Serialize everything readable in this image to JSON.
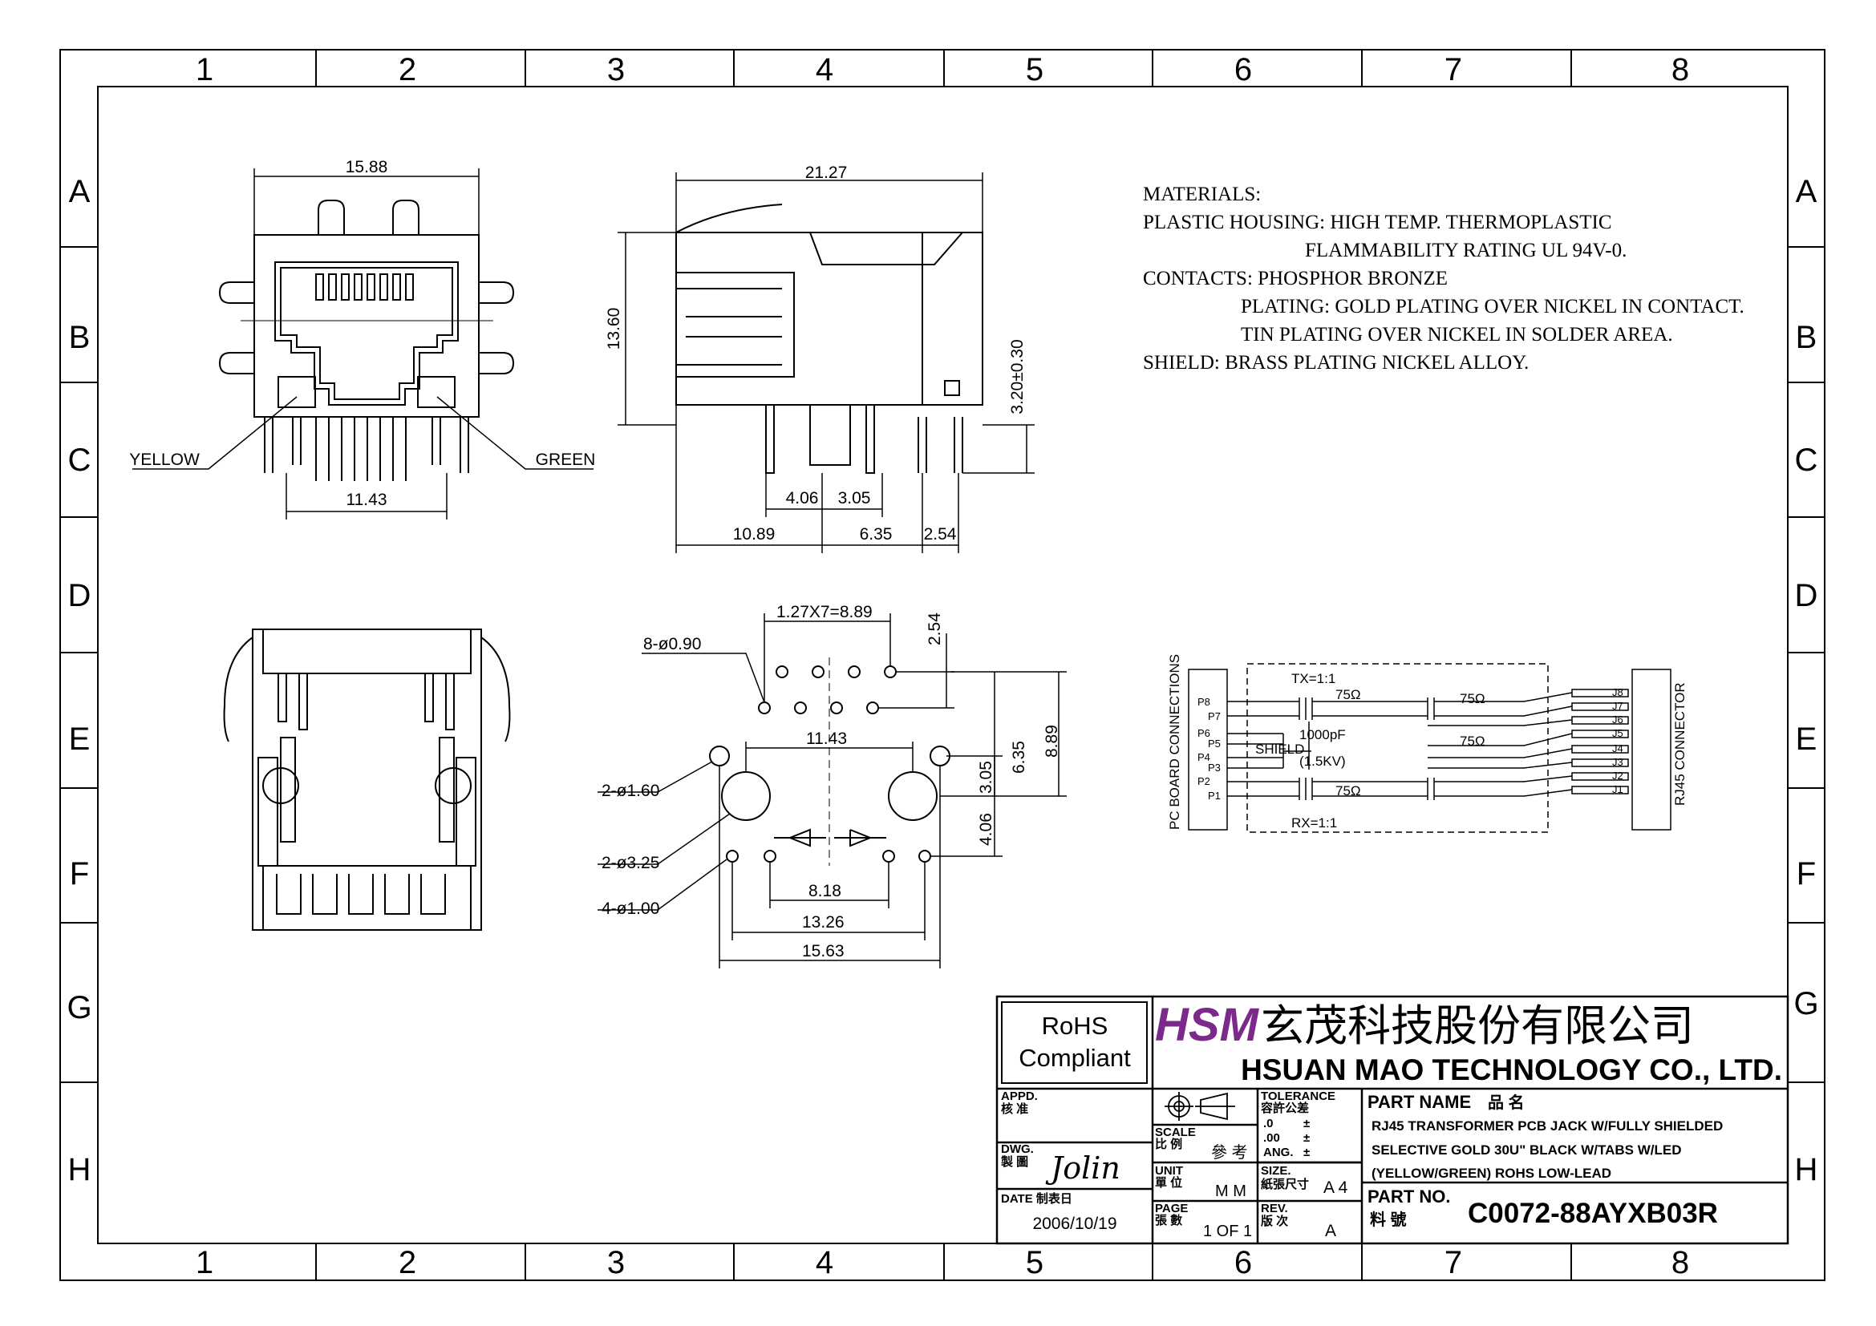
{
  "frame": {
    "columns": [
      "1",
      "2",
      "3",
      "4",
      "5",
      "6",
      "7",
      "8"
    ],
    "rows": [
      "A",
      "B",
      "C",
      "D",
      "E",
      "F",
      "G",
      "H"
    ]
  },
  "front_view": {
    "width_dim": "15.88",
    "pitch_dim": "11.43",
    "led_left": "YELLOW",
    "led_right": "GREEN"
  },
  "side_view": {
    "length_dim": "21.27",
    "height_dim": "13.60",
    "pin_len_dim": "3.20±0.30",
    "dims_bottom": [
      "4.06",
      "3.05",
      "10.89",
      "6.35",
      "2.54"
    ]
  },
  "pcb_layout": {
    "pitch_dim": "1.27X7=8.89",
    "row_dim": "2.54",
    "pin_holes": "8-ø0.90",
    "peg_holes": "2-ø1.60",
    "post_holes": "2-ø3.25",
    "led_holes": "4-ø1.00",
    "dims": [
      "11.43",
      "3.05",
      "6.35",
      "8.89",
      "4.06",
      "8.18",
      "13.26",
      "15.63"
    ]
  },
  "materials": {
    "lines": [
      "MATERIALS:",
      "PLASTIC HOUSING: HIGH TEMP. THERMOPLASTIC",
      "FLAMMABILITY RATING UL 94V-0.",
      "CONTACTS: PHOSPHOR BRONZE",
      "PLATING: GOLD PLATING OVER NICKEL IN CONTACT.",
      "TIN PLATING OVER NICKEL IN SOLDER AREA.",
      "SHIELD: BRASS PLATING NICKEL ALLOY."
    ]
  },
  "schematic": {
    "left_label": "PC BOARD CONNECTIONS",
    "right_label": "RJ45 CONNECTOR",
    "tx_label": "TX=1:1",
    "rx_label": "RX=1:1",
    "shield_label": "SHIELD",
    "cap_value": "1000pF",
    "cap_voltage": "(1.5KV)",
    "res_label": "75Ω",
    "left_pins": [
      "P8",
      "P7",
      "P6",
      "P5",
      "P4",
      "P3",
      "P2",
      "P1"
    ],
    "right_pins": [
      "J8",
      "J7",
      "J6",
      "J5",
      "J4",
      "J3",
      "J2",
      "J1"
    ]
  },
  "title_block": {
    "rohs_1": "RoHS",
    "rohs_2": "Compliant",
    "logo": "HSM",
    "company_cn": "玄茂科技股份有限公司",
    "company_en": "HSUAN MAO TECHNOLOGY CO., LTD.",
    "appd": "APPD.",
    "appd_cn": "核 准",
    "dwg": "DWG.",
    "dwg_cn": "製 圖",
    "signature": "Jolin",
    "date_label": "DATE 制表日",
    "date_value": "2006/10/19",
    "scale_label": "SCALE",
    "scale_cn": "比 例",
    "scale_value": "參 考",
    "unit_label": "UNIT",
    "unit_cn": "單 位",
    "unit_value": "M M",
    "page_label": "PAGE",
    "page_cn": "張 數",
    "page_value": "1 OF 1",
    "tolerance_label": "TOLERANCE",
    "tolerance_cn": "容許公差",
    "tol_1": ".0",
    "tol_2": ".00",
    "tol_3": "ANG.",
    "tol_pm": "±",
    "size_label": "SIZE.",
    "size_cn": "紙張尺寸",
    "size_value": "A 4",
    "rev_label": "REV.",
    "rev_cn": "版 次",
    "rev_value": "A",
    "part_name_label": "PART NAME",
    "part_name_cn": "品 名",
    "desc_1": "RJ45 TRANSFORMER PCB JACK W/FULLY SHIELDED",
    "desc_2": "SELECTIVE GOLD 30U\" BLACK W/TABS W/LED",
    "desc_3": "(YELLOW/GREEN) ROHS LOW-LEAD",
    "part_no_label": "PART NO.",
    "part_no_cn": "料 號",
    "part_no": "C0072-88AYXB03R"
  }
}
